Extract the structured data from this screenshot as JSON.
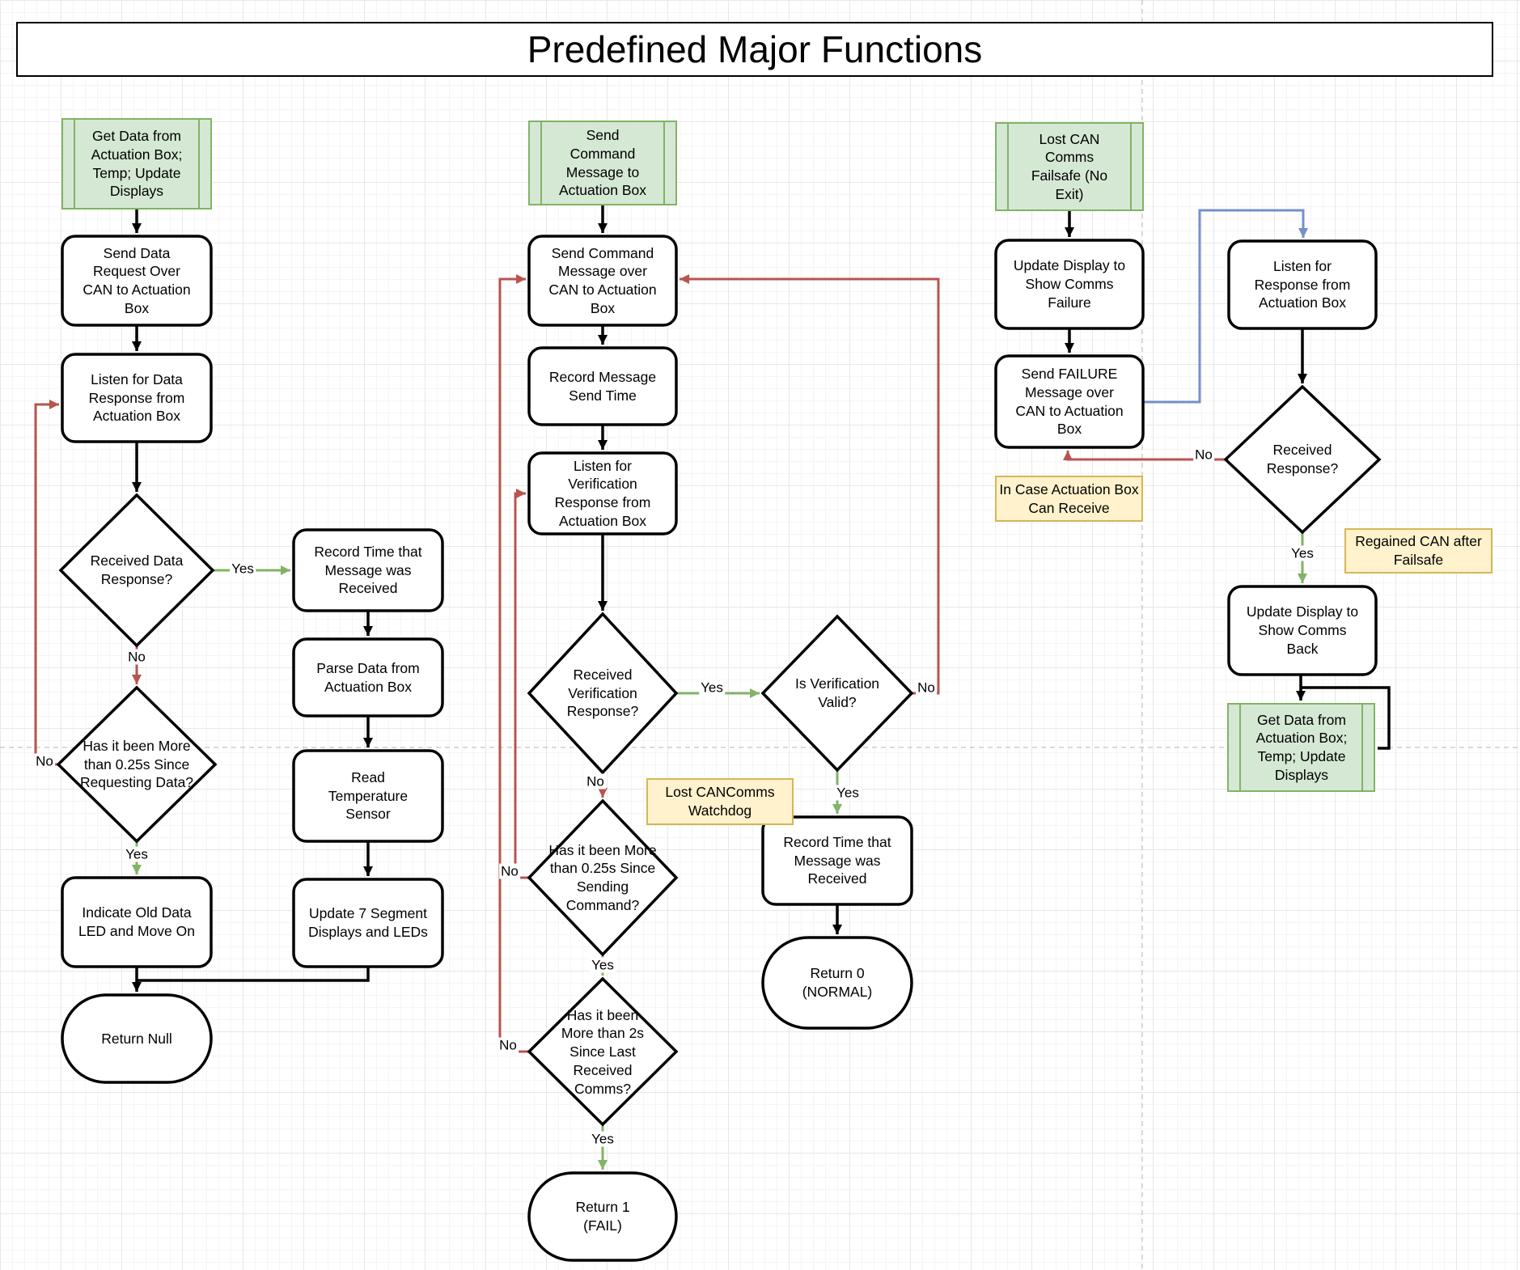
{
  "title": "Predefined Major Functions",
  "labels": {
    "yes": "Yes",
    "no": "No"
  },
  "colors": {
    "green_fill": "#d5e8d4",
    "green_stroke": "#82b366",
    "yellow_fill": "#fff2cc",
    "yellow_stroke": "#d6b656",
    "red_edge": "#b85450",
    "green_edge": "#82b366",
    "blue_edge": "#7590c9",
    "black_edge": "#000000"
  },
  "flow_get_data": {
    "entry": "Get Data from Actuation Box; Temp; Update Displays",
    "send_request": "Send Data Request Over CAN to Actuation Box",
    "listen": "Listen for Data Response from Actuation Box",
    "received_q": "Received Data Response?",
    "timeout_q": "Has it been More than 0.25s Since Requesting Data?",
    "indicate_old": "Indicate Old Data LED and Move On",
    "return_null": "Return Null",
    "record_time": "Record Time that Message was Received",
    "parse": "Parse Data from Actuation Box",
    "read_temp": "Read Temperature Sensor",
    "update_7seg": "Update 7 Segment Displays and LEDs"
  },
  "flow_send_command": {
    "entry": "Send Command Message to Actuation Box",
    "send_over_can": "Send Command Message over CAN to Actuation Box",
    "record_send_time": "Record Message Send Time",
    "listen_verification": "Listen for Verification Response from Actuation Box",
    "received_verification_q": "Received Verification Response?",
    "is_valid_q": "Is Verification Valid?",
    "sending_timeout_q": "Has it been More than 0.25s Since Sending Command?",
    "comms_timeout_q": "Has it been More than 2s Since Last Received Comms?",
    "record_time_received": "Record Time that Message was Received",
    "return_0": "Return 0 (NORMAL)",
    "return_1": "Return 1 (FAIL)",
    "watchdog_note": "Lost CANComms Watchdog"
  },
  "flow_failsafe": {
    "entry": "Lost CAN Comms Failsafe (No Exit)",
    "update_display_failure": "Update Display to Show Comms Failure",
    "send_failure": "Send FAILURE Message over CAN to Actuation Box",
    "receive_note": "In Case Actuation Box Can Receive",
    "listen_response": "Listen for Response from Actuation Box",
    "received_response_q": "Received Response?",
    "regained_note": "Regained CAN after Failsafe",
    "update_display_back": "Update Display to Show Comms Back",
    "get_data_call": "Get Data from Actuation Box; Temp; Update Displays"
  }
}
